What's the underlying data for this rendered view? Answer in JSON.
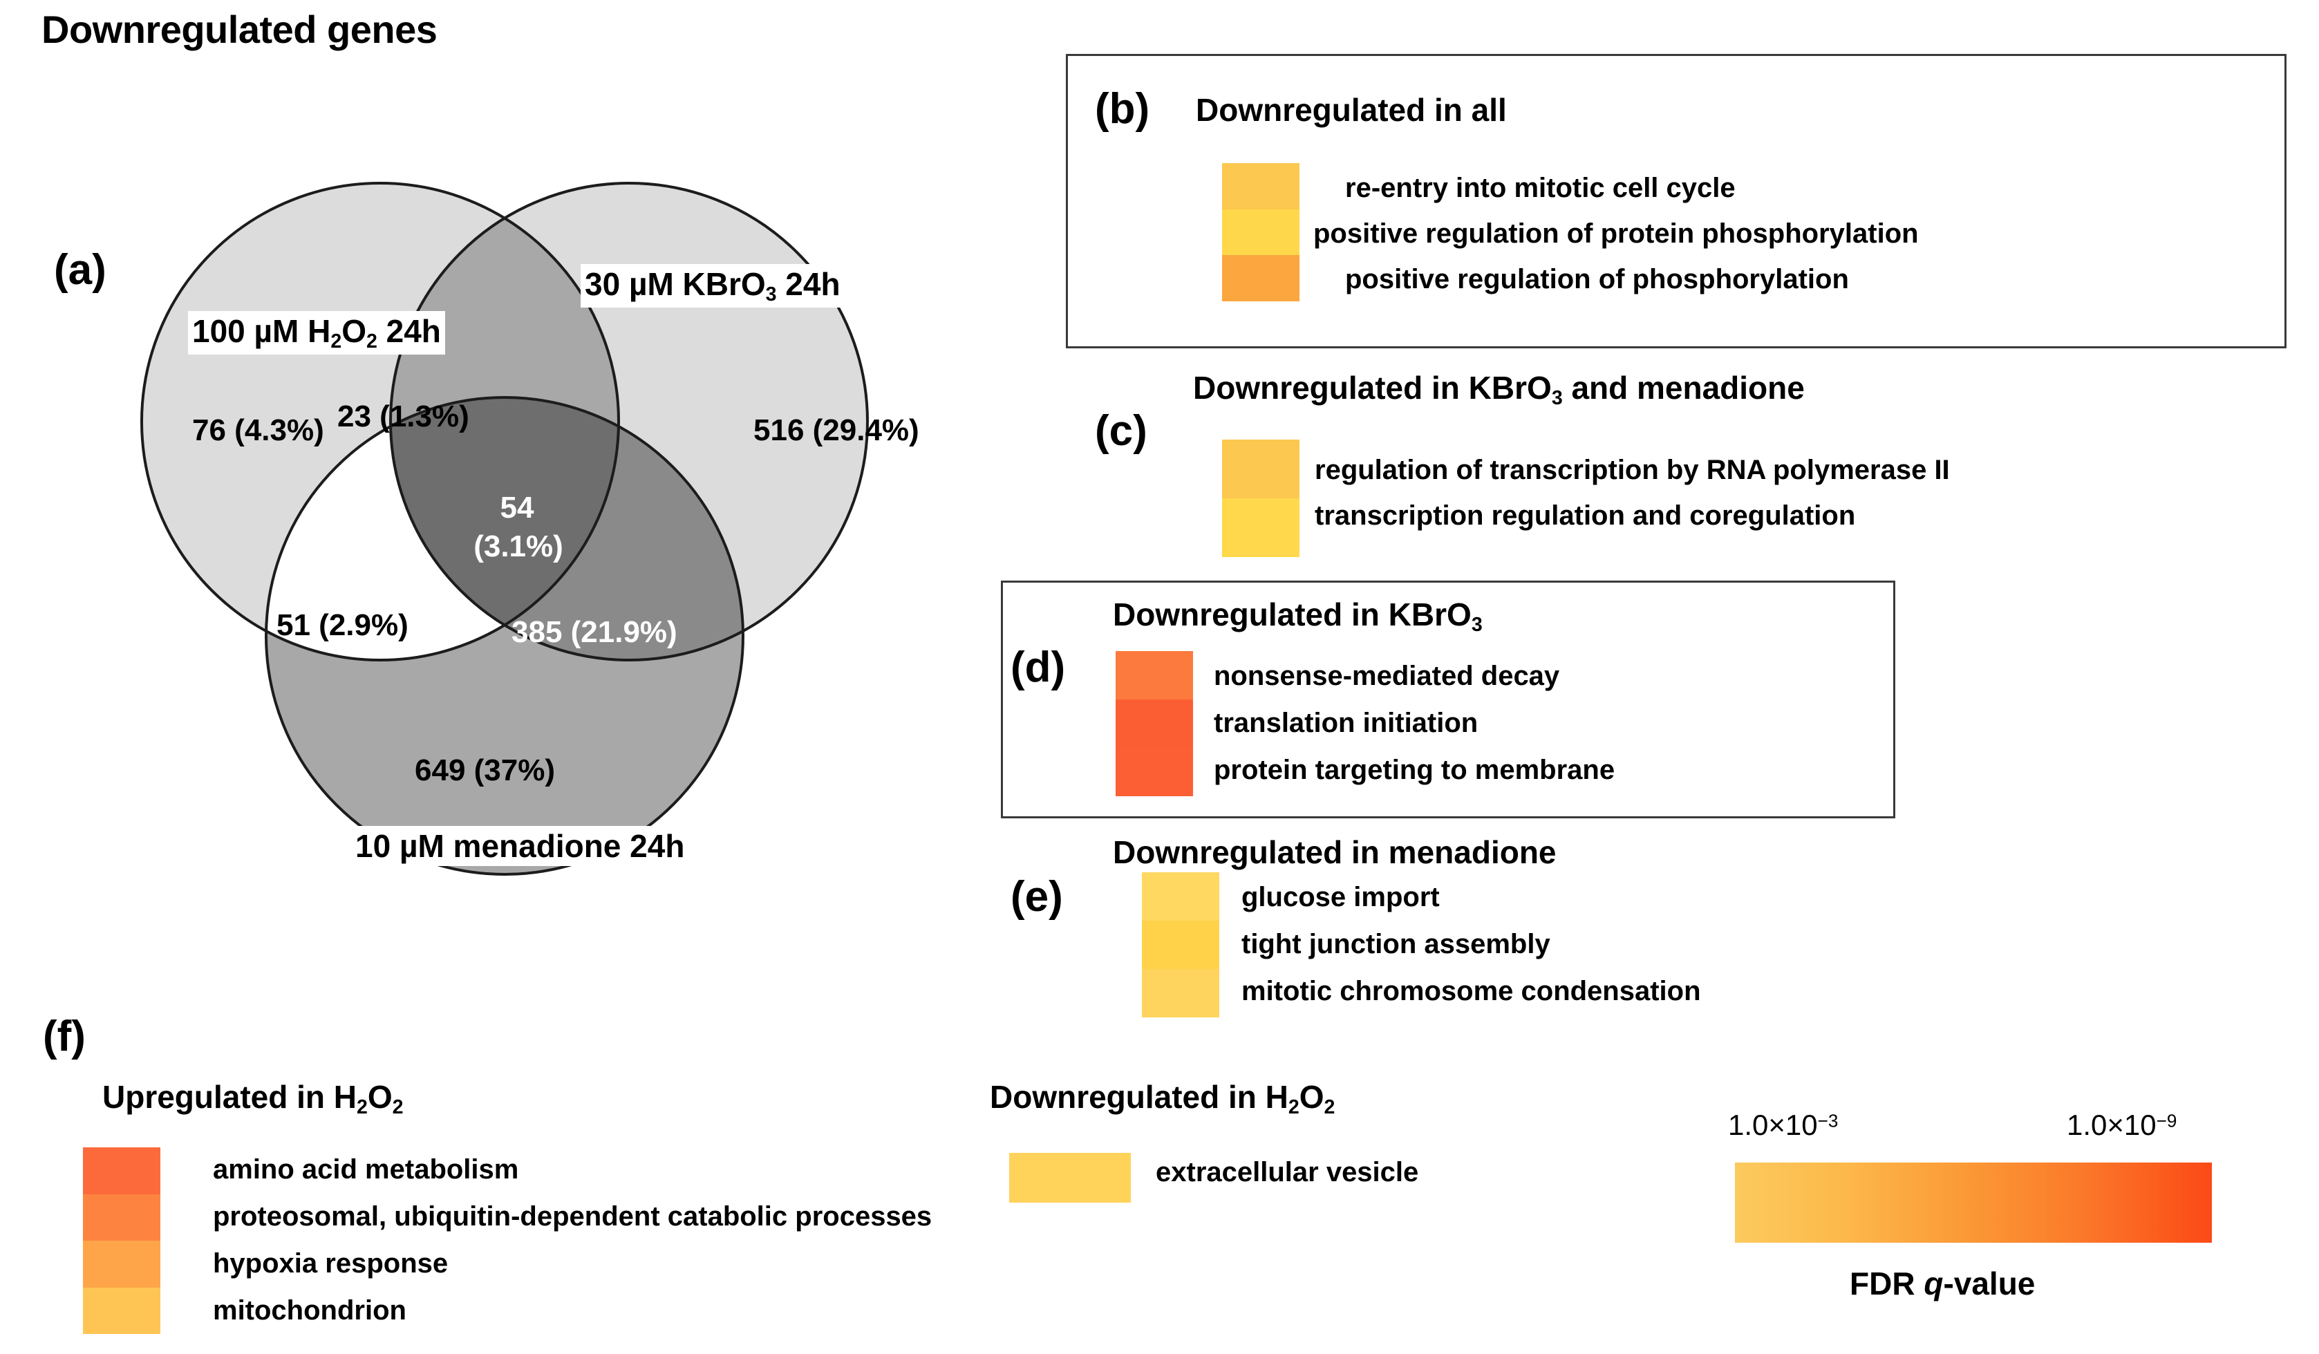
{
  "figure": {
    "title": "Downregulated genes"
  },
  "colors": {
    "venn_h2o2": "#dcdcdc",
    "venn_kbro3": "#dcdcdc",
    "venn_menadione": "#a8a8a8",
    "venn_h2o2_kbro3": "#a8a8a8",
    "venn_kbro3_menadione": "#8a8a8a",
    "venn_h2o2_menadione": "#ffffff",
    "venn_all": "#6e6e6e",
    "venn_stroke": "#1c1c1c",
    "frame": "#3a3a3a",
    "scale_low": "#fcca5e",
    "scale_high": "#fb4a16"
  },
  "panel_a": {
    "letter": "(a)",
    "sets": [
      {
        "name": "h2o2",
        "label_prefix": "100 µM H",
        "label_sub1": "2",
        "label_mid": "O",
        "label_sub2": "2",
        "label_suffix": " 24h"
      },
      {
        "name": "kbro3",
        "label_prefix": "30 µM KBrO",
        "label_sub1": "3",
        "label_suffix": " 24h"
      },
      {
        "name": "menadione",
        "label_prefix": "10 µM menadione 24h"
      }
    ],
    "regions": [
      {
        "id": "h2o2-only",
        "count": 76,
        "percent": "4.3%",
        "text": "76 (4.3%)"
      },
      {
        "id": "h2o2-kbro3",
        "count": 23,
        "percent": "1.3%",
        "text": "23 (1.3%)"
      },
      {
        "id": "kbro3-only",
        "count": 516,
        "percent": "29.4%",
        "text": "516 (29.4%)"
      },
      {
        "id": "all-three-count",
        "count": 54,
        "percent": "3.1%",
        "text": "54",
        "text2": "(3.1%)"
      },
      {
        "id": "h2o2-menadione",
        "count": 51,
        "percent": "2.9%",
        "text": "51 (2.9%)"
      },
      {
        "id": "kbro3-menadione",
        "count": 385,
        "percent": "21.9%",
        "text": "385 (21.9%)"
      },
      {
        "id": "menadione-only",
        "count": 649,
        "percent": "37%",
        "text": "649 (37%)"
      }
    ]
  },
  "panel_b": {
    "letter": "(b)",
    "heading": "Downregulated in all",
    "terms": [
      {
        "label": "re-entry into mitotic cell cycle",
        "color": "#fdc martian"
      },
      {
        "label": "positive regulation of protein phosphorylation"
      },
      {
        "label": "positive regulation of phosphorylation"
      }
    ],
    "swatch_colors": [
      "#fdc council",
      "#ffd74a",
      "#fca63f"
    ]
  },
  "panel_c": {
    "letter": "(c)",
    "heading_pre": "Downregulated in KBrO",
    "heading_sub": "3",
    "heading_post": " and menadione",
    "terms": [
      {
        "label": "regulation of transcription by RNA polymerase II"
      },
      {
        "label": "transcription regulation and coregulation"
      }
    ],
    "swatch_colors": [
      "#fdc84f",
      "#ffd84c"
    ]
  },
  "panel_d": {
    "letter": "(d)",
    "heading_pre": "Downregulated in KBrO",
    "heading_sub": "3",
    "heading_post": "",
    "terms": [
      {
        "label": "nonsense-mediated decay"
      },
      {
        "label": "translation initiation"
      },
      {
        "label": "protein targeting to membrane"
      }
    ],
    "swatch_colors": [
      "#fc7a3e",
      "#fc5e33",
      "#fc5f34"
    ]
  },
  "panel_e": {
    "letter": "(e)",
    "heading": "Downregulated in menadione",
    "terms": [
      {
        "label": "glucose import"
      },
      {
        "label": "tight junction assembly"
      },
      {
        "label": "mitotic chromosome condensation"
      }
    ],
    "swatch_colors": [
      "#ffd862",
      "#ffd24a",
      "#ffd45e"
    ]
  },
  "panel_f": {
    "letter": "(f)",
    "up": {
      "heading_pre": "Upregulated in H",
      "heading_sub1": "2",
      "heading_mid": "O",
      "heading_sub2": "2",
      "terms": [
        {
          "label": "amino acid metabolism"
        },
        {
          "label": "proteosomal, ubiquitin-dependent catabolic processes"
        },
        {
          "label": "hypoxia response"
        },
        {
          "label": "mitochondrion"
        }
      ],
      "swatch_colors": [
        "#fc6a3c",
        "#fc8440",
        "#fda548",
        "#ffc css"
      ]
    },
    "down": {
      "heading_pre": "Downregulated in H",
      "heading_sub1": "2",
      "heading_mid": "O",
      "heading_sub2": "2",
      "terms": [
        {
          "label": "extracellular vesicle"
        }
      ],
      "swatch_colors": [
        "#fdc champion"
      ]
    }
  },
  "legend": {
    "low_mantissa": "1.0×10",
    "low_exp": "−3",
    "high_mantissa": "1.0×10",
    "high_exp": "−9",
    "caption_pre": "FDR ",
    "caption_italic": "q",
    "caption_post": "-value"
  }
}
